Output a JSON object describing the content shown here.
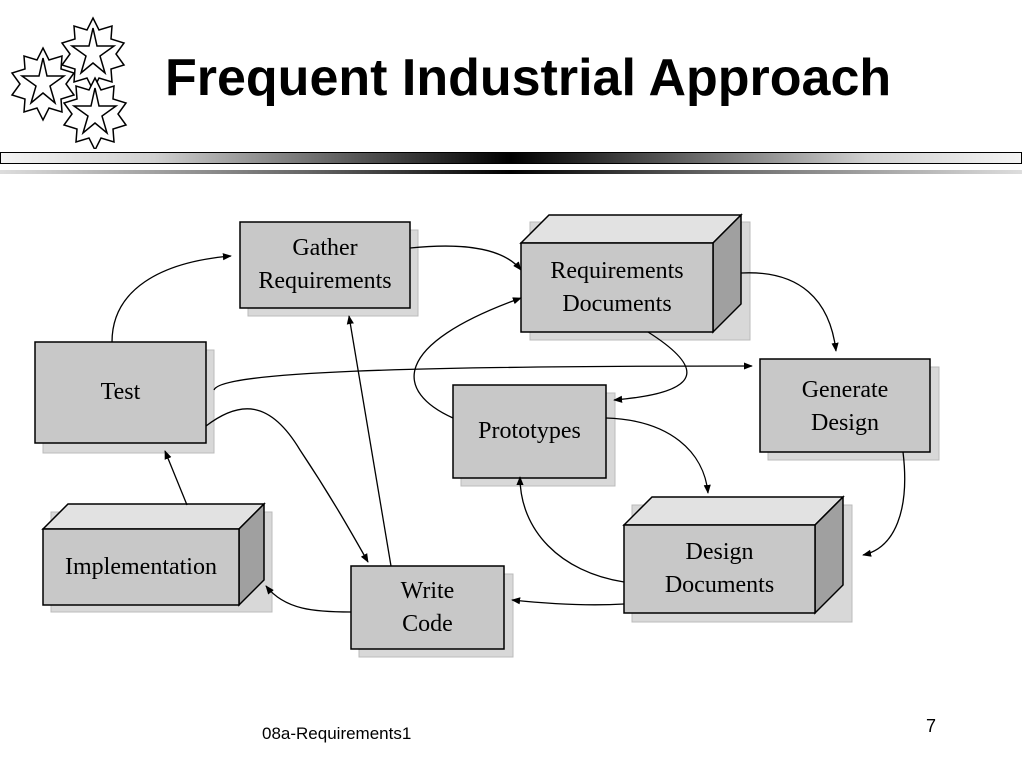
{
  "slide": {
    "title": "Frequent Industrial Approach",
    "footer": "08a-Requirements1",
    "page_number": "7"
  },
  "logo": {
    "icon": "stars-icon"
  },
  "nodes": {
    "gather": "Gather\nRequirements",
    "req_docs": "Requirements\nDocuments",
    "test": "Test",
    "generate": "Generate\nDesign",
    "prototypes": "Prototypes",
    "design_docs": "Design\nDocuments",
    "implementation": "Implementation",
    "write_code": "Write\nCode"
  },
  "colors": {
    "box_fill": "#c8c8c8",
    "box_shadow": "#d8d8d8",
    "box_side": "#a0a0a0",
    "box_top": "#e2e2e2",
    "stroke": "#000000"
  }
}
